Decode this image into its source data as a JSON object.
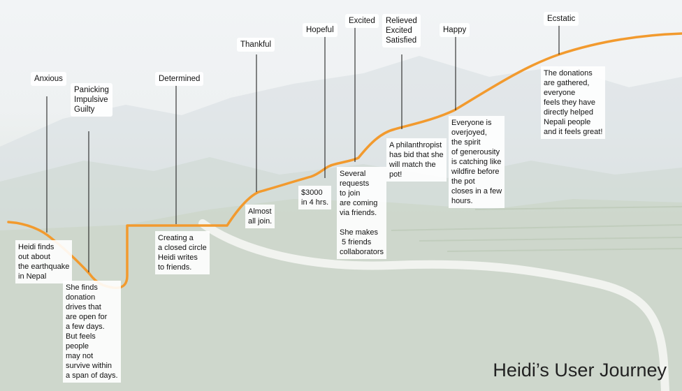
{
  "title": "Heidi’s User Journey",
  "colors": {
    "journey_line": "#f29a2e",
    "leader_line": "#111111"
  },
  "stages": [
    {
      "emotion": "Anxious",
      "note": "Heidi finds\nout about\nthe earthquake\nin Nepal"
    },
    {
      "emotion": "Panicking\nImpulsive\nGuilty",
      "note": "She finds\ndonation\ndrives that\nare open for\na few days.\nBut feels\npeople\nmay not\nsurvive within\na span of days."
    },
    {
      "emotion": "Determined",
      "note": "Creating a\na closed circle\nHeidi writes\nto friends."
    },
    {
      "emotion": "Thankful",
      "note": "Almost\nall join."
    },
    {
      "emotion": "Hopeful",
      "note": "$3000\nin 4 hrs."
    },
    {
      "emotion": "Excited",
      "note": "Several\nrequests\nto join\nare coming\nvia friends.\n\nShe makes\n 5 friends\ncollaborators"
    },
    {
      "emotion": "Relieved\nExcited\nSatisfied",
      "note": "A philanthropist\nhas bid that she\nwill match the\npot!"
    },
    {
      "emotion": "Happy",
      "note": "Everyone is\noverjoyed,\nthe spirit\nof generousity\nis catching like\nwildfire before\nthe pot\ncloses in a few\nhours."
    },
    {
      "emotion": "Ecstatic",
      "note": "The donations\nare gathered,\neveryone\nfeels they have\ndirectly helped\nNepali people\nand it feels great!"
    }
  ]
}
